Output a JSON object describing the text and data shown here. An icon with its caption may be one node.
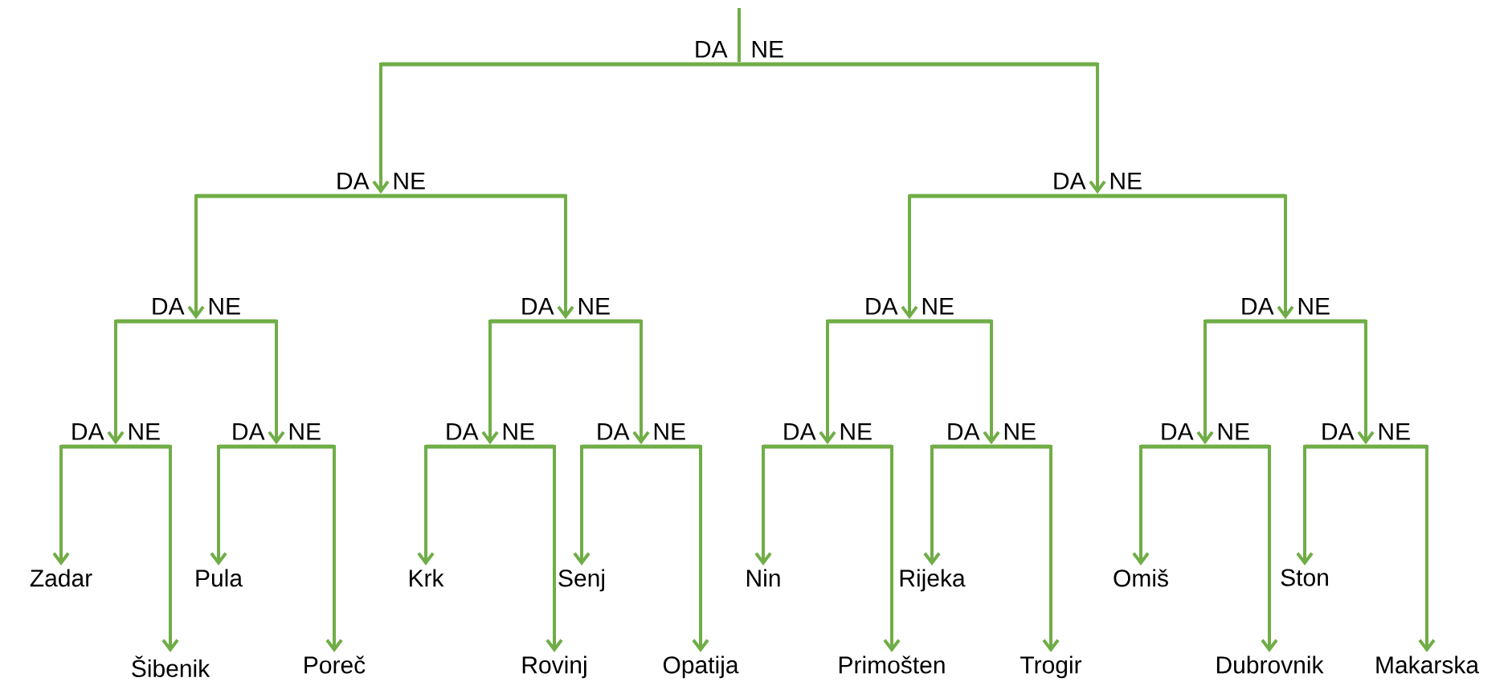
{
  "diagram": {
    "nodes": [
      {
        "text": [],
        "shape": "bar"
      },
      {
        "text": [],
        "shape": "bar"
      },
      {
        "text": [],
        "shape": "bar"
      },
      {
        "text": [],
        "shape": "bar"
      },
      {
        "text": [],
        "shape": "bar"
      },
      {
        "text": [],
        "shape": "bar"
      },
      {
        "text": [],
        "shape": "bar"
      },
      {
        "text": [],
        "shape": "bar"
      },
      {
        "text": [],
        "shape": "bar"
      },
      {
        "text": [],
        "shape": "bar"
      },
      {
        "text": [],
        "shape": "bar"
      },
      {
        "text": [],
        "shape": "bar"
      },
      {
        "text": [],
        "shape": "bar"
      },
      {
        "text": [],
        "shape": "bar"
      },
      {
        "text": [],
        "shape": "bar"
      },
      {
        "text": [
          "Zadar"
        ]
      },
      {
        "text": [
          "Šibenik"
        ]
      },
      {
        "text": [
          "Pula"
        ]
      },
      {
        "text": [
          "Poreč"
        ]
      },
      {
        "text": [
          "Krk"
        ]
      },
      {
        "text": [
          "Rovinj"
        ]
      },
      {
        "text": [
          "Senj"
        ]
      },
      {
        "text": [
          "Opatija"
        ]
      },
      {
        "text": [
          "Nin"
        ]
      },
      {
        "text": [
          "Primošten"
        ]
      },
      {
        "text": [
          "Rijeka"
        ]
      },
      {
        "text": [
          "Trogir"
        ]
      },
      {
        "text": [
          "Omiš"
        ]
      },
      {
        "text": [
          "Dubrovnik"
        ]
      },
      {
        "text": [
          "Ston"
        ]
      },
      {
        "text": [
          "Makarska"
        ]
      }
    ],
    "edges": [
      {
        "from": null,
        "to": 0,
        "arrow": "none"
      },
      {
        "from": 0,
        "to": 1,
        "arrow": "to",
        "label": "DA"
      },
      {
        "from": 0,
        "to": 2,
        "arrow": "to",
        "label": "NE"
      },
      {
        "from": 1,
        "to": 3,
        "arrow": "to",
        "label": "DA"
      },
      {
        "from": 1,
        "to": 4,
        "arrow": "to",
        "label": "NE"
      },
      {
        "from": 2,
        "to": 5,
        "arrow": "to",
        "label": "DA"
      },
      {
        "from": 2,
        "to": 6,
        "arrow": "to",
        "label": "NE"
      },
      {
        "from": 3,
        "to": 7,
        "arrow": "to",
        "label": "DA"
      },
      {
        "from": 3,
        "to": 8,
        "arrow": "to",
        "label": "NE"
      },
      {
        "from": 4,
        "to": 9,
        "arrow": "to",
        "label": "DA"
      },
      {
        "from": 4,
        "to": 10,
        "arrow": "to",
        "label": "NE"
      },
      {
        "from": 5,
        "to": 11,
        "arrow": "to",
        "label": "DA"
      },
      {
        "from": 5,
        "to": 12,
        "arrow": "to",
        "label": "NE"
      },
      {
        "from": 6,
        "to": 13,
        "arrow": "to",
        "label": "DA"
      },
      {
        "from": 6,
        "to": 14,
        "arrow": "to",
        "label": "NE"
      },
      {
        "from": 7,
        "to": 15,
        "arrow": "to",
        "label": "DA"
      },
      {
        "from": 7,
        "to": 16,
        "arrow": "to",
        "label": "NE"
      },
      {
        "from": 8,
        "to": 17,
        "arrow": "to",
        "label": "DA"
      },
      {
        "from": 8,
        "to": 18,
        "arrow": "to",
        "label": "NE"
      },
      {
        "from": 9,
        "to": 19,
        "arrow": "to",
        "label": "DA"
      },
      {
        "from": 9,
        "to": 20,
        "arrow": "to",
        "label": "NE"
      },
      {
        "from": 10,
        "to": 21,
        "arrow": "to",
        "label": "DA"
      },
      {
        "from": 10,
        "to": 22,
        "arrow": "to",
        "label": "NE"
      },
      {
        "from": 11,
        "to": 23,
        "arrow": "to",
        "label": "DA"
      },
      {
        "from": 11,
        "to": 24,
        "arrow": "to",
        "label": "NE"
      },
      {
        "from": 12,
        "to": 25,
        "arrow": "to",
        "label": "DA"
      },
      {
        "from": 12,
        "to": 26,
        "arrow": "to",
        "label": "NE"
      },
      {
        "from": 13,
        "to": 27,
        "arrow": "to",
        "label": "DA"
      },
      {
        "from": 13,
        "to": 28,
        "arrow": "to",
        "label": "NE"
      },
      {
        "from": 14,
        "to": 29,
        "arrow": "to",
        "label": "DA"
      },
      {
        "from": 14,
        "to": 30,
        "arrow": "to",
        "label": "NE"
      }
    ]
  }
}
